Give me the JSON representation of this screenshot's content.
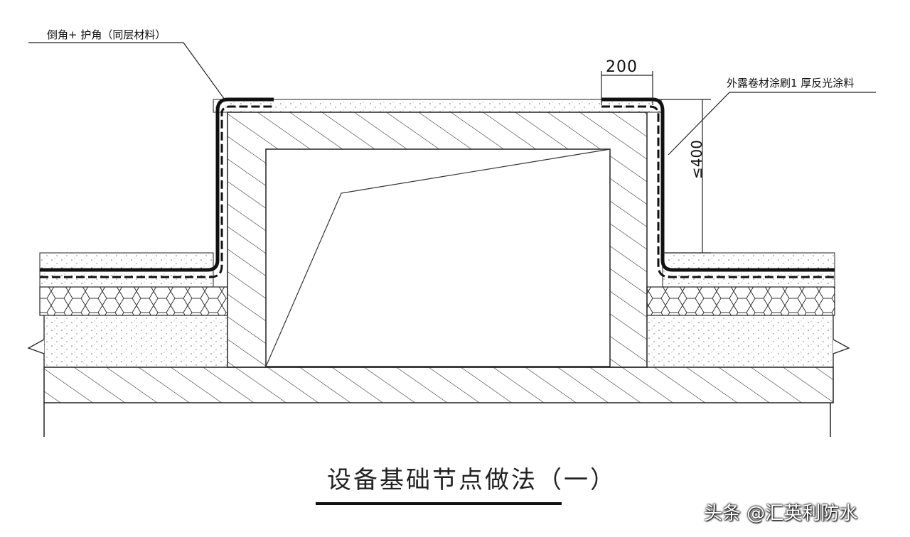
{
  "labels": {
    "corner_note": "倒角+ 护角（同层材料）",
    "membrane_note": "外露卷材涂刷1 厚反光涂料",
    "dim_width": "200",
    "dim_height": "≤400"
  },
  "title": "设备基础节点做法（一）",
  "watermark": "头条 @汇英利防水",
  "colors": {
    "line": "#222222",
    "background": "#ffffff"
  }
}
